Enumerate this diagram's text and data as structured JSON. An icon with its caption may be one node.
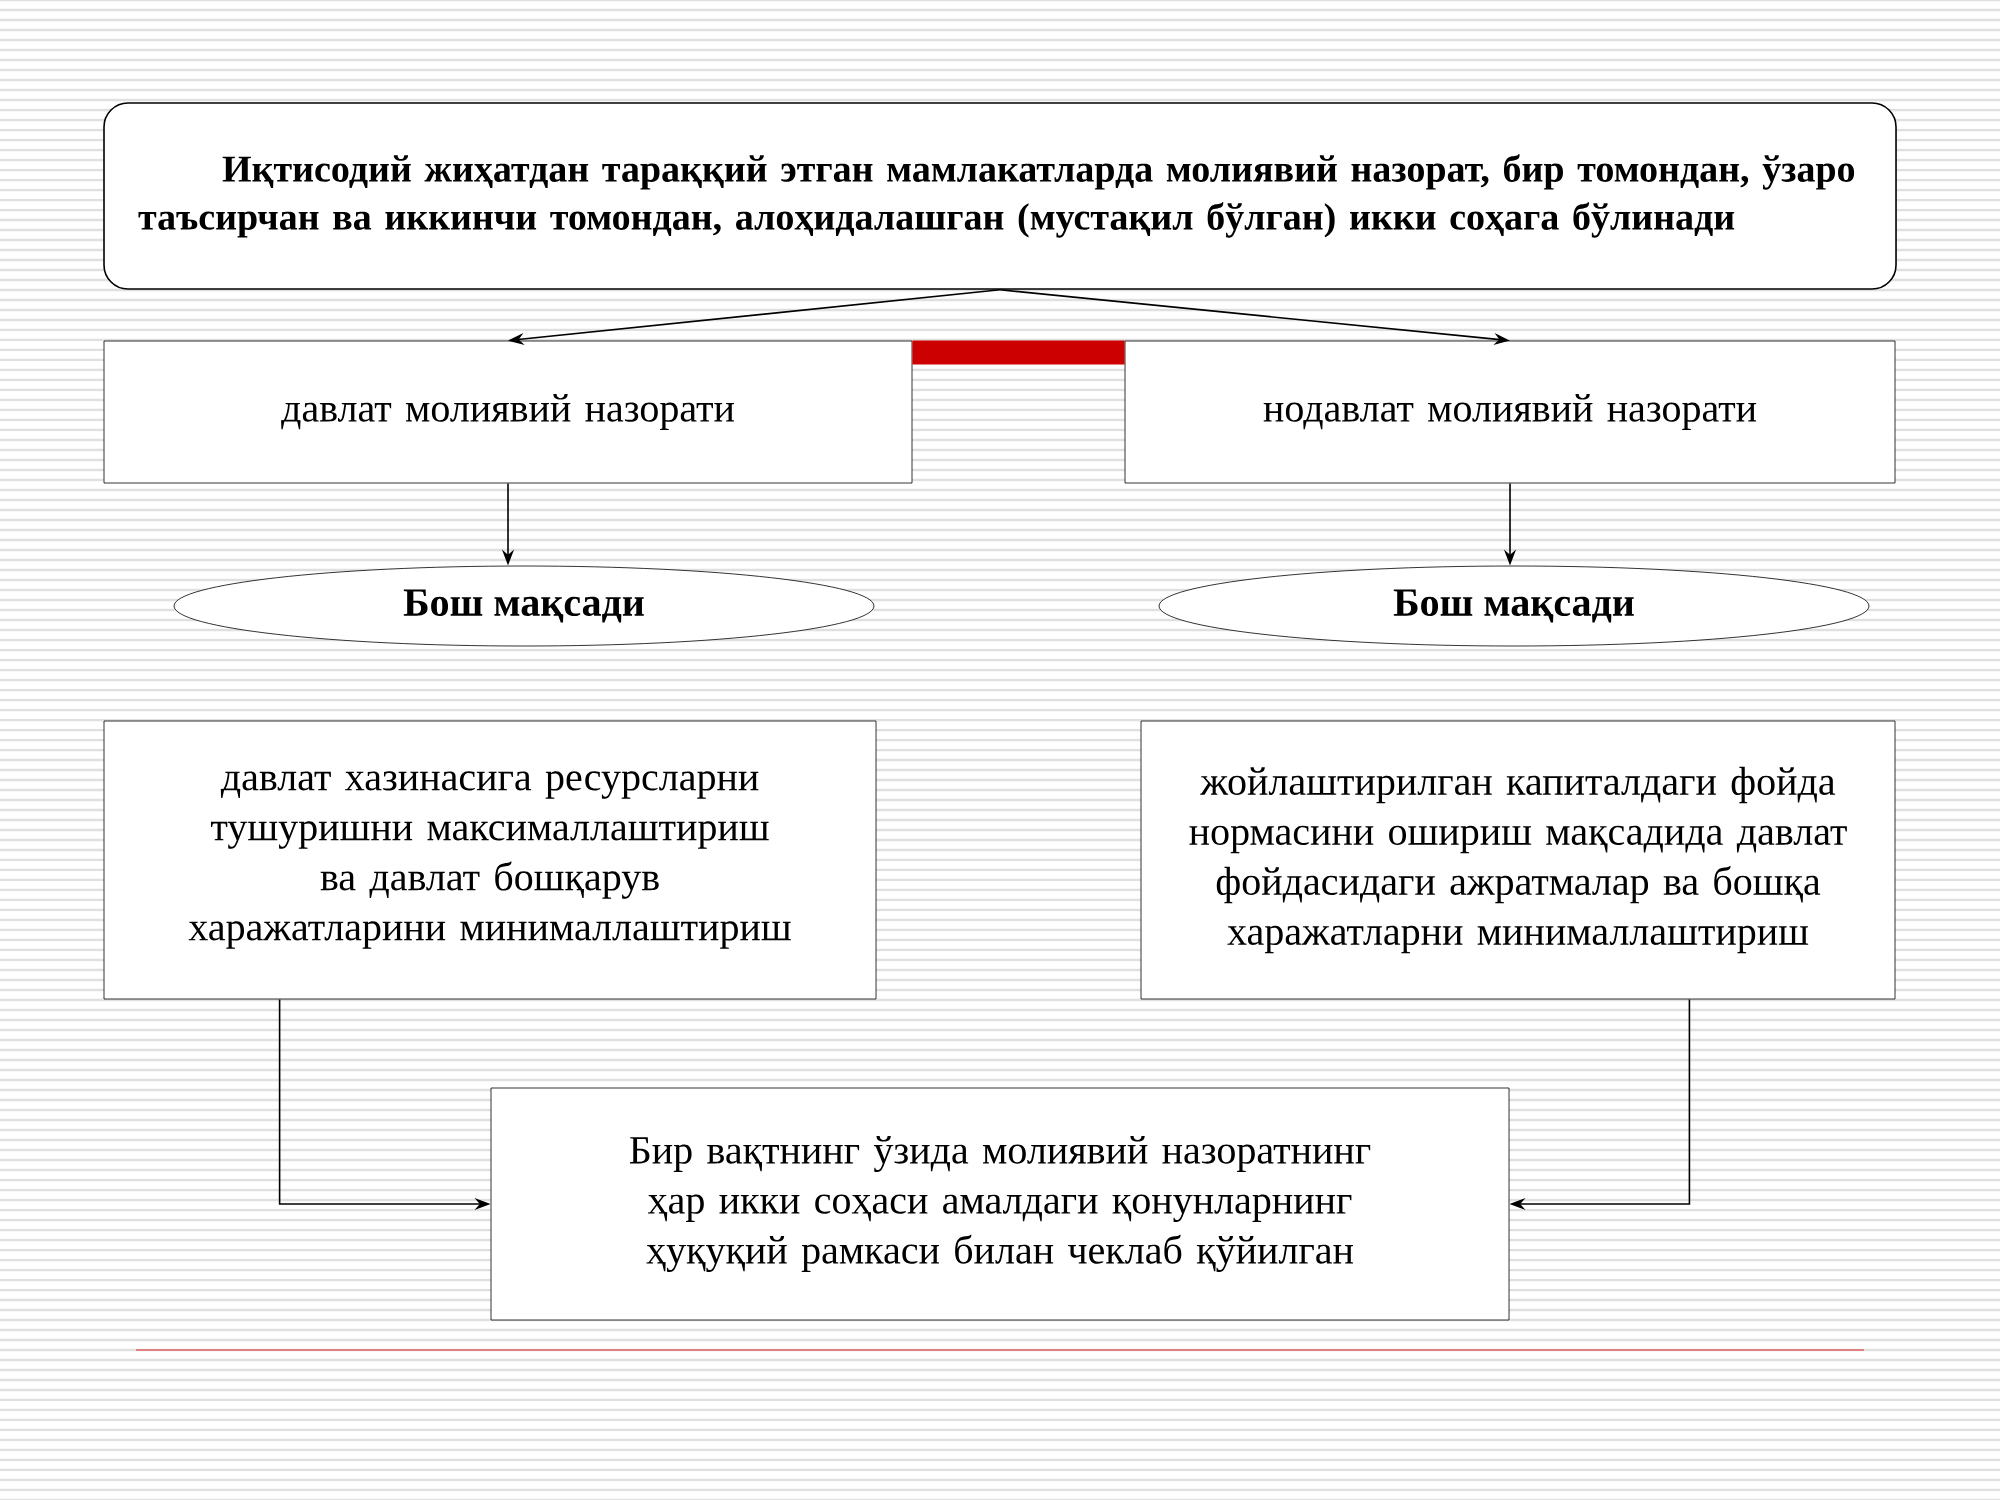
{
  "diagram": {
    "nodes": [
      {
        "text": [
          "Иқтисодий жиҳатдан тараққий этган мамлакатларда молиявий назорат, бир томондан, ўзаро таъсирчан ва иккинчи томондан, алоҳидалашган (мустақил бўлган) икки соҳага бўлинади"
        ]
      },
      {
        "text": [
          "давлат молиявий назорати"
        ]
      },
      {
        "text": [
          "нодавлат молиявий назорати"
        ]
      },
      {
        "text": [
          "Бош мақсади"
        ]
      },
      {
        "text": [
          "Бош мақсади"
        ]
      },
      {
        "text": [
          "давлат хазинасига ресурсларни тушуришни максималлаштириш ва давлат бошқарув харажатларини минималлаштириш"
        ]
      },
      {
        "text": [
          "жойлаштирилган капиталдаги фойда нормасини ошириш мақсадида давлат фойдасидаги ажратмалар ва бошқа харажатларни минималлаштириш"
        ]
      },
      {
        "text": [
          "Бир вақтнинг ўзида молиявий назоратнинг ҳар икки соҳаси амалдаги қонунларнинг ҳуқуқий рамкаси билан чеклаб қўйилган"
        ]
      }
    ],
    "edges": [
      {
        "from": 0,
        "to": 1,
        "arrow": "to"
      },
      {
        "from": 0,
        "to": 2,
        "arrow": "to"
      },
      {
        "from": 1,
        "to": 2,
        "arrow": "none",
        "style": "thick",
        "color": "#cc0000"
      },
      {
        "from": 1,
        "to": 3,
        "arrow": "to"
      },
      {
        "from": 2,
        "to": 4,
        "arrow": "to"
      },
      {
        "from": 5,
        "to": 7,
        "arrow": "to"
      },
      {
        "from": 6,
        "to": 7,
        "arrow": "to"
      }
    ]
  }
}
